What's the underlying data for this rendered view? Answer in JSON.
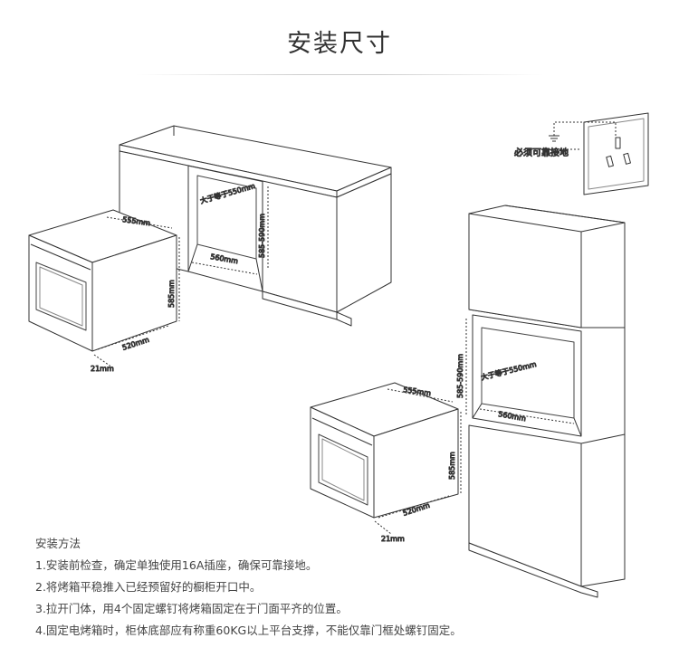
{
  "title": "安装尺寸",
  "labels": {
    "ground": "必须可靠接地",
    "top_width_555": "555mm",
    "top_opening_550": "大于等于550mm",
    "top_height_590": "585-590mm",
    "top_width_560": "560mm",
    "top_height_585": "585mm",
    "top_depth_520": "520mm",
    "top_gap_21": "21mm",
    "bot_width_555": "555mm",
    "bot_height_590": "585-590mm",
    "bot_opening_550": "大于等于550mm",
    "bot_width_560": "560mm",
    "bot_height_585": "585mm",
    "bot_depth_520": "520mm",
    "bot_gap_21": "21mm"
  },
  "instructions": {
    "heading": "安装方法",
    "steps": [
      "1.安装前检查，确定单独使用16A插座，确保可靠接地。",
      "2.将烤箱平稳推入已经预留好的橱柜开口中。",
      "3.拉开门体，用4个固定螺钉将烤箱固定在于门面平齐的位置。",
      "4.固定电烤箱时，柜体底部应有称重60KG以上平台支撑，不能仅靠门框处螺钉固定。"
    ]
  }
}
